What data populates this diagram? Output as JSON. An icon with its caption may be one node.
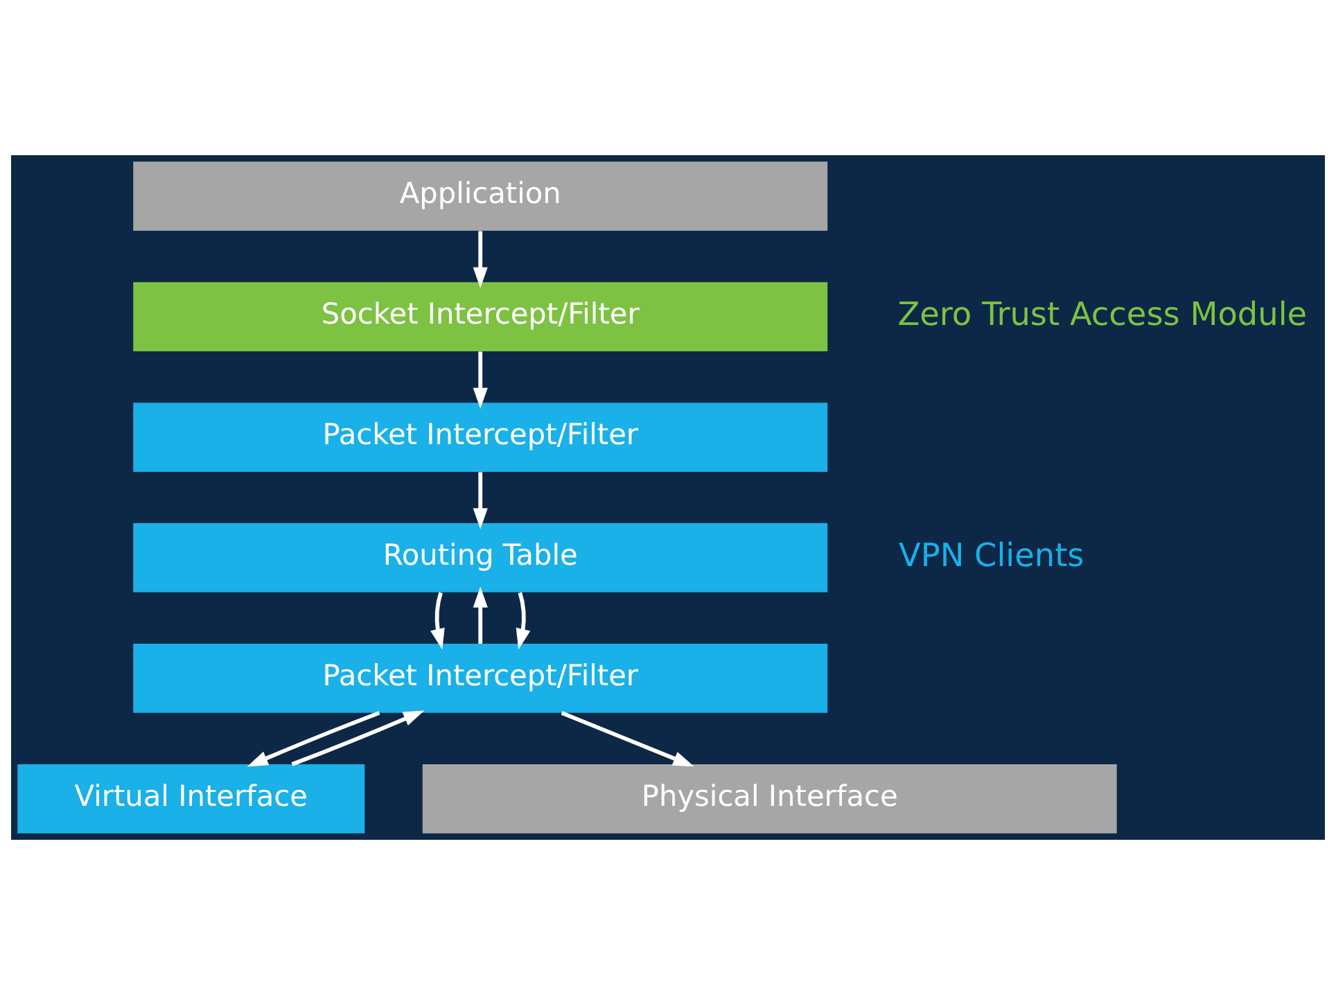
{
  "diagram": {
    "nodes": [
      {
        "text": [
          "Application"
        ]
      },
      {
        "text": [
          "Socket Intercept/Filter"
        ]
      },
      {
        "text": [
          "Packet Intercept/Filter"
        ]
      },
      {
        "text": [
          "Routing Table"
        ]
      },
      {
        "text": [
          "Packet Intercept/Filter"
        ]
      },
      {
        "text": [
          "Virtual Interface"
        ]
      },
      {
        "text": [
          "Physical Interface"
        ]
      }
    ],
    "edges": [
      {
        "from": 0,
        "to": 1,
        "arrow": "to"
      },
      {
        "from": 1,
        "to": 2,
        "arrow": "to"
      },
      {
        "from": 2,
        "to": 3,
        "arrow": "to"
      },
      {
        "from": 3,
        "to": 4,
        "arrow": "to"
      },
      {
        "from": 4,
        "to": 3,
        "arrow": "to"
      },
      {
        "from": 3,
        "to": 4,
        "arrow": "to"
      },
      {
        "from": 4,
        "to": 5,
        "arrow": "to"
      },
      {
        "from": 5,
        "to": 4,
        "arrow": "to"
      },
      {
        "from": 4,
        "to": 6,
        "arrow": "to"
      }
    ],
    "labels": [
      "Zero Trust Access Module",
      "VPN Clients"
    ]
  }
}
